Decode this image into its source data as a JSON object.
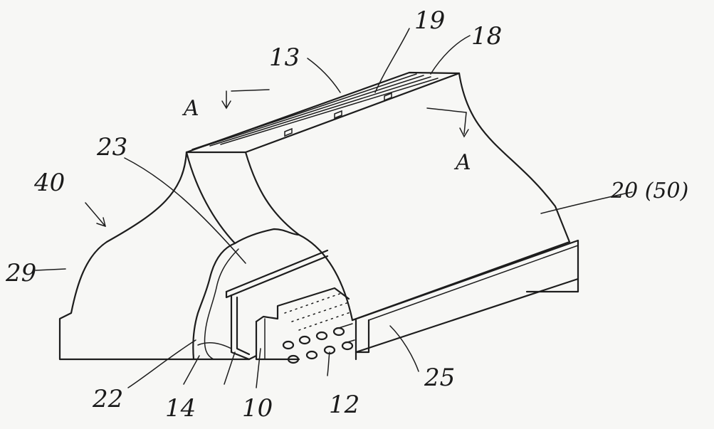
{
  "labels": {
    "l13": "13",
    "l19": "19",
    "l18": "18",
    "sec_a_left": "A",
    "sec_a_right": "A",
    "l23": "23",
    "l40": "40",
    "l20": "20 (50)",
    "l29": "29",
    "l22": "22",
    "l14": "14",
    "l10": "10",
    "l12": "12",
    "l25": "25"
  },
  "colors": {
    "ink": "#1d1d1d",
    "paper": "#f7f7f5"
  }
}
